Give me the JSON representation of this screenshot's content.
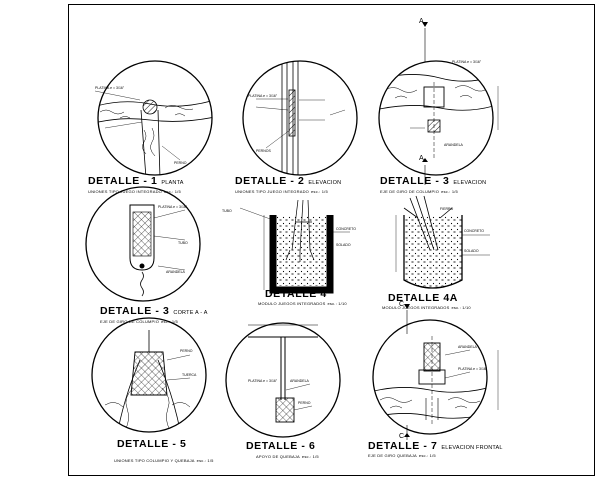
{
  "details": [
    {
      "id": "d1",
      "title": "DETALLE - 1",
      "subtitle": "PLANTA",
      "caption": "UNIONES TIPO JUEGO INTEGRADO",
      "scale": "esc.: 1/5"
    },
    {
      "id": "d2",
      "title": "DETALLE - 2",
      "subtitle": "ELEVACION",
      "caption": "UNIONES TIPO JUEGO INTEGRADO",
      "scale": "esc.: 1/5"
    },
    {
      "id": "d3",
      "title": "DETALLE - 3",
      "subtitle": "ELEVACION",
      "caption": "EJE DE GIRO DE COLUMPIO",
      "scale": "esc.: 1/5"
    },
    {
      "id": "d3a",
      "title": "DETALLE - 3",
      "subtitle": "CORTE A - A",
      "caption": "EJE DE GIRO DE COLUMPIO",
      "scale": "esc.: 1/5"
    },
    {
      "id": "d4",
      "title": "DETALLE 4",
      "subtitle": "",
      "caption": "MODULO JUEGOS INTEGRADOS",
      "scale": "esc.: 1/10"
    },
    {
      "id": "d4a",
      "title": "DETALLE 4A",
      "subtitle": "",
      "caption": "MODULO JUEGOS INTEGRADOS",
      "scale": "esc.: 1/10"
    },
    {
      "id": "d5",
      "title": "DETALLE - 5",
      "subtitle": "",
      "caption": "UNIONES TIPO COLUMPIO Y QUEBAJA",
      "scale": "esc.: 1/5"
    },
    {
      "id": "d6",
      "title": "DETALLE - 6",
      "subtitle": "",
      "caption": "APOYO DE QUEBAJA",
      "scale": "esc.: 1/5"
    },
    {
      "id": "d7",
      "title": "DETALLE - 7",
      "subtitle": "ELEVACION FRONTAL",
      "caption": "EJE DE GIRO QUEBAJA",
      "scale": "esc.: 1/5"
    }
  ],
  "section_marks": {
    "a_top": "A",
    "a_bottom": "A",
    "c_top": "C",
    "c_bottom": "C"
  },
  "annotations": {
    "platina": "PLATINA e = 3/16\"",
    "perno": "PERNO",
    "pernos": "PERNOS",
    "tuerca": "TUERCA",
    "arandela": "ARANDELA",
    "fierro": "FIERRO",
    "tubo": "TUBO",
    "concreto": "CONCRETO",
    "solado": "SOLADO"
  },
  "colors": {
    "line": "#000000",
    "paper": "#ffffff"
  }
}
